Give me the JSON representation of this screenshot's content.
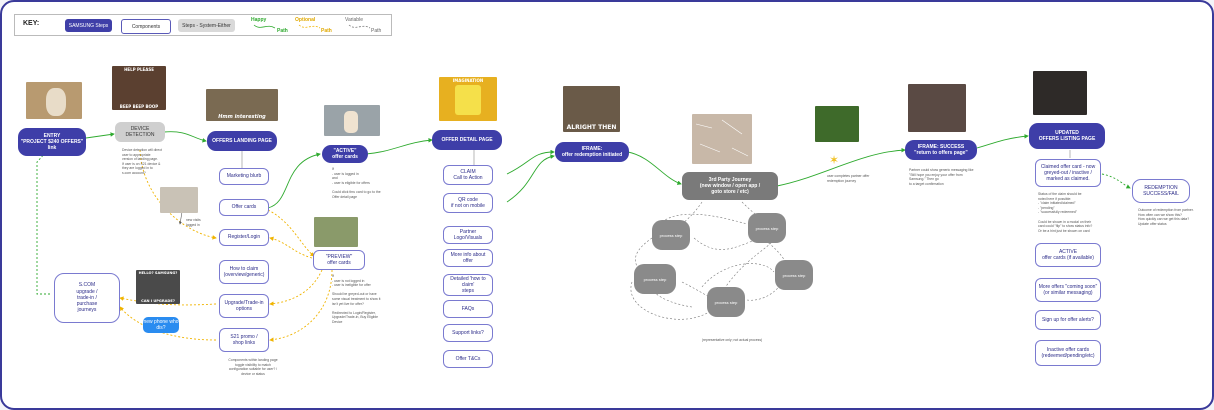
{
  "key": {
    "title": "KEY:",
    "samsung_steps": "SAMSUNG Steps",
    "components": "Components",
    "system_steps": "Steps - System-Either",
    "happy": "Happy",
    "happy_path": "Path",
    "optional": "Optional",
    "optional_path": "Path",
    "variable": "Variable",
    "variable_path": "Path"
  },
  "colors": {
    "samsung": "#3e3ea8",
    "happy": "#2faa2f",
    "optional": "#f0b400",
    "variable": "#888888"
  },
  "nodes": {
    "entry": "ENTRY\n\"PROJECT $240 OFFERS\"\nlink",
    "device_detection": "DEVICE DETECTION",
    "offers_landing": "OFFERS LANDING PAGE",
    "active_offer_cards": "\"ACTIVE\"\noffer cards",
    "offer_detail": "OFFER DETAIL PAGE",
    "iframe_redemption": "IFRAME:\noffer redemption initiated",
    "third_party": "3rd Party Journey\n(new window / open app /\ngoto store / etc)",
    "iframe_success": "IFRAME: SUCCESS\n\"return to offers page\"",
    "updated_listing": "UPDATED\nOFFERS LISTING PAGE",
    "marketing_blurb": "Marketing blurb",
    "offer_cards": "Offer cards",
    "register_login": "Register/Login",
    "how_to_claim": "How to claim\n(overview/generic)",
    "upgrade_tradein": "Upgrade/Trade-in\noptions",
    "s21_promo": "S21 promo /\nshop links",
    "preview_offer_cards": "\"PREVIEW\"\noffer cards",
    "scom_upgrade": "S.COM\nupgrade /\ntrade-in /\npurchase\njourneys",
    "claim": "CLAIM\nCall to Action",
    "qr_code": "QR code\nif not on mobile",
    "partner_logo": "Partner Logo/Visuals",
    "more_info": "More info about offer",
    "detailed_how": "Detailed 'how to claim'\nsteps",
    "faqs": "FAQs",
    "support_links": "Support links?",
    "offer_tcs": "Offer T&Cs",
    "claimed_offer_card": "Claimed offer card - now\ngreyed-out / inactive /\nmarked as claimed.",
    "redemption_success": "REDEMPTION\nSUCCESS/FAIL",
    "active_offer_cards_avail": "ACTIVE\noffer cards (if available)",
    "more_offers": "More offers \"coming soon\"\n(or similar messaging)",
    "signup_alerts": "Sign up for offer alerts?",
    "inactive_offer_cards": "Inactive offer cards\n(redeemed/pending/etc)",
    "process_step_1": "process step",
    "process_step_2": "process step",
    "process_step_3": "process step",
    "process_step_4": "process step",
    "process_step_5": "process step"
  },
  "bubble": "new phone\nwho dis?",
  "notes": {
    "device_note": "Device detection will direct\nuser to appropriate\nversion of landing page.\nIf user is on S21 device &\nthey are logged in to\ns.com account?",
    "nlogged": "new visits\nlogged in",
    "active_note": "If\n  - user is logged in\nand\n  - user is eligible for offers\n\nCould click thru card to go to the\nOffer detail page",
    "preview_note": "If\n  - user is not logged in\n  - user is ineligible for offer\n\nShould be greyed-out or have\nsome visual treatment to show it\nisn't yet live for offer?\n\nRedirected to Login/Register,\nUpgrade/Trade-in, Buy Eligible\nDevice",
    "landing_bottom": "Components within landing page\ntoggle visibility to match\nconfiguration suitable for user? /\ndevice or status",
    "success_note": "Partner could show generic messaging like\n\"Still hope you enjoy your offer from\nSamsung.\" Then go\nto a target confirmation",
    "star_note": "user completes partner offer\nredemption journey",
    "claimed_note": "Status of the claim should be\nnoted here if possible:\n  - \"claim initiated/claimed\"\n  - \"pending\"\n  - \"successfully redeemed\"\n\nCould be shown in a modal on their\ncard could \"flip\" to show status info?\nOr be a hint just be shown on card",
    "redemption_note": "Outcome of redemption from partner.\nHow often can we show this?\nHow quickly can we get this data?\nUpdate offer status",
    "process_note": "(representative only; not actual process)"
  },
  "memes": {
    "dog": "",
    "wolf_top": "HELP PLEASE",
    "wolf_bottom": "BEEP BEEP BOOP",
    "jen": "Hmm interesting",
    "office": "",
    "sponge": "IMAGINATION",
    "bruce": "ALRIGHT THEN",
    "mathlady": "",
    "grandpa": "",
    "phone_top": "HELLO? SAMSUNG?",
    "phone_bottom": "CAN I UPGRADE?",
    "soldier": "",
    "pitch": "",
    "picard": "",
    "leo": ""
  }
}
